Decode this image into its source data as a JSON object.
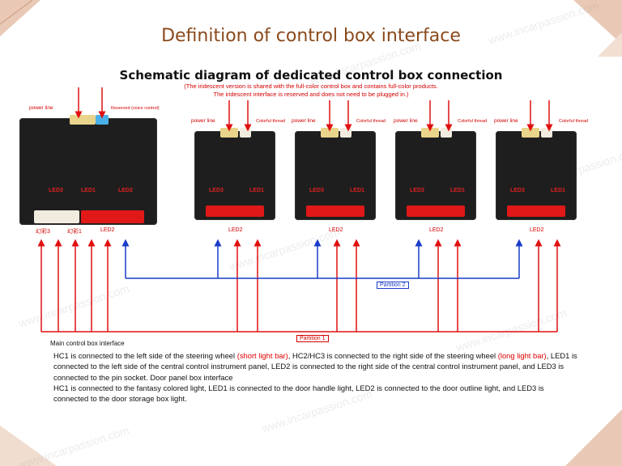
{
  "title": "Definition of control box interface",
  "subtitle": "Schematic diagram of dedicated control box connection",
  "notes": [
    "(The iridescent version is shared with the full-color control box and contains full-color products.",
    "The iridescent interface is reserved and does not need to be plugged in.)"
  ],
  "main_box": {
    "power_line": "power line",
    "reserved": "Reserved (voice control)",
    "led_labels": [
      "LED3",
      "LED1",
      "LED2"
    ],
    "ports": [
      "幻彩3",
      "幻彩1",
      "LED2"
    ]
  },
  "door_boxes": [
    {
      "power_line": "power line",
      "colorful": "Colorful thread",
      "led_labels": [
        "LED3",
        "LED1"
      ],
      "port": "LED2"
    },
    {
      "power_line": "power line",
      "colorful": "Colorful thread",
      "led_labels": [
        "LED3",
        "LED1"
      ],
      "port": "LED2"
    },
    {
      "power_line": "power line",
      "colorful": "Colorful thread",
      "led_labels": [
        "LED3",
        "LED1"
      ],
      "port": "LED2"
    },
    {
      "power_line": "power line",
      "colorful": "Colorful thread",
      "led_labels": [
        "LED3",
        "LED1"
      ],
      "port": "LED2"
    }
  ],
  "partition_1": "Partition 1",
  "partition_2": "Partition 2",
  "main_interface_label": "Main control box interface",
  "description": {
    "p1": "HC1 is connected to the left side of the steering wheel ",
    "hl1": "(short light bar)",
    "p2": ", HC2/HC3 is connected to the right side of the steering wheel ",
    "hl2": "(long light bar)",
    "p3": ", LED1 is connected to the left side of the central control instrument panel, LED2 is connected to the right side of the central control instrument panel, and LED3 is connected to the pin socket. Door panel box interface",
    "p4": "HC1 is connected to the fantasy colored light, LED1 is connected to the door handle light, LED2 is connected to the door outline light, and LED3 is connected to the door storage box light."
  },
  "watermark": "www.incarpassion.com",
  "colors": {
    "title": "#8a4a1c",
    "red": "#d40000",
    "blue": "#1a3cc8",
    "box": "#1e1e1e"
  }
}
